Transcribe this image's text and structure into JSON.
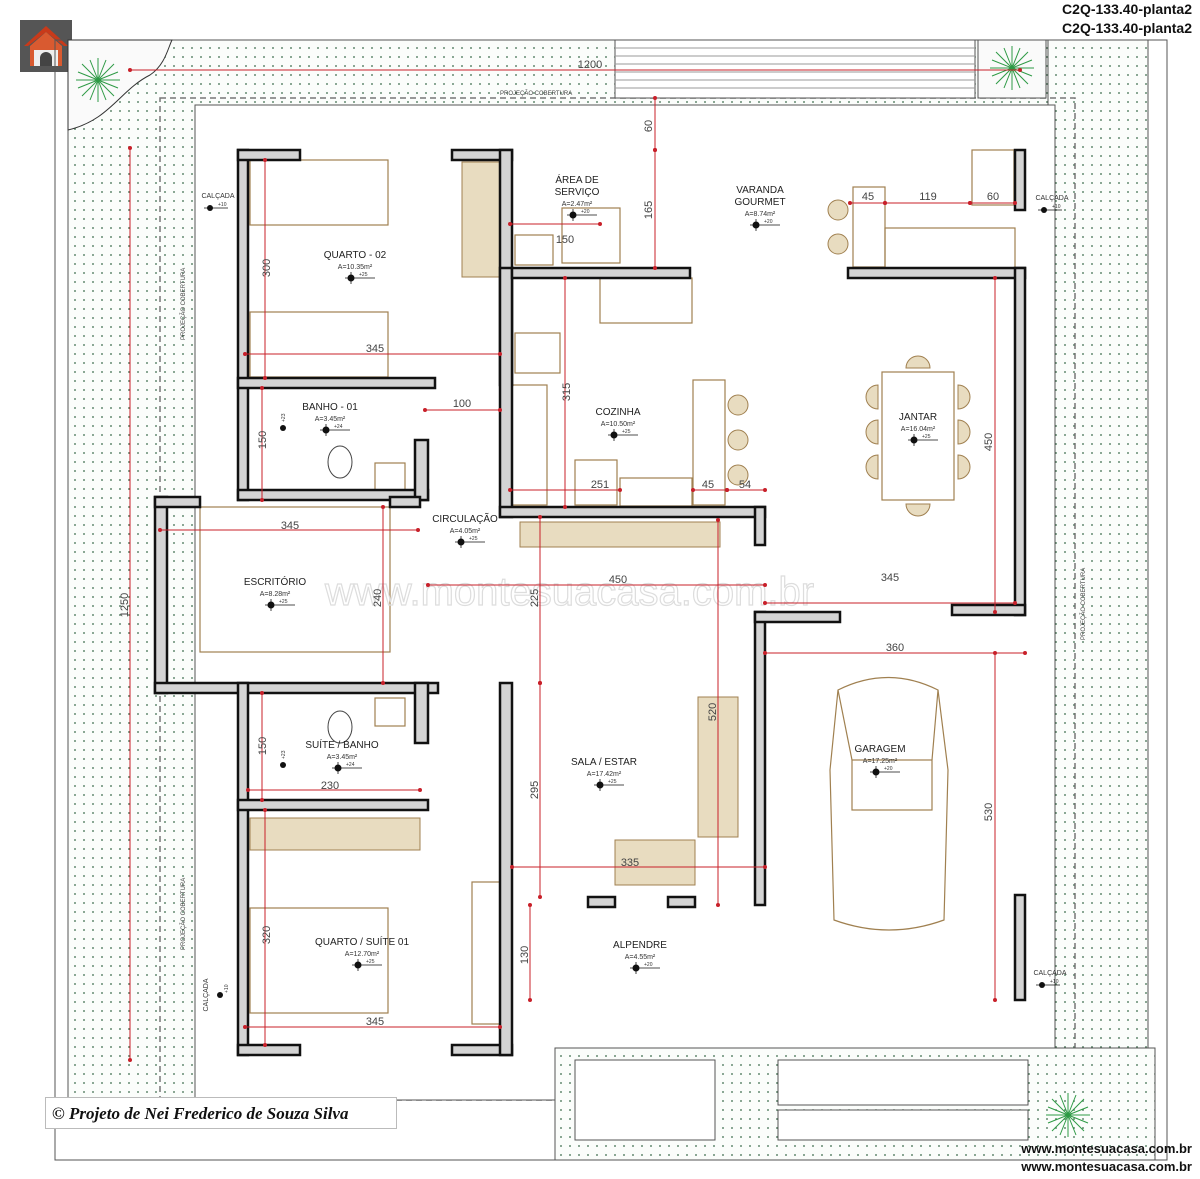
{
  "header": {
    "title_lines": [
      "C2Q-133.40-planta2",
      "C2Q-133.40-planta2"
    ]
  },
  "footer": {
    "credit": "© Projeto de Nei Frederico de Souza Silva",
    "urls": [
      "www.montesuacasa.com.br",
      "www.montesuacasa.com.br"
    ]
  },
  "watermark": "www.montesuacasa.com.br",
  "rooms": [
    {
      "name": [
        "QUARTO - 02"
      ],
      "area": "A=10.35m²",
      "level": "+25"
    },
    {
      "name": [
        "ÁREA DE",
        "SERVIÇO"
      ],
      "area": "A=2.47m²",
      "level": "+20"
    },
    {
      "name": [
        "VARANDA",
        "GOURMET"
      ],
      "area": "A=8.74m²",
      "level": "+20"
    },
    {
      "name": [
        "BANHO - 01"
      ],
      "area": "A=3.45m²",
      "level": "+24"
    },
    {
      "name": [
        "COZINHA"
      ],
      "area": "A=10.50m²",
      "level": "+25"
    },
    {
      "name": [
        "JANTAR"
      ],
      "area": "A=16.04m²",
      "level": "+25"
    },
    {
      "name": [
        "CIRCULAÇÃO"
      ],
      "area": "A=4.05m²",
      "level": "+25"
    },
    {
      "name": [
        "ESCRITÓRIO"
      ],
      "area": "A=8.28m²",
      "level": "+25"
    },
    {
      "name": [
        "SUÍTE / BANHO"
      ],
      "area": "A=3.45m²",
      "level": "+24"
    },
    {
      "name": [
        "SALA / ESTAR"
      ],
      "area": "A=17.42m²",
      "level": "+25"
    },
    {
      "name": [
        "GARAGEM"
      ],
      "area": "A=17.25m²",
      "level": "+20"
    },
    {
      "name": [
        "QUARTO / SUÍTE 01"
      ],
      "area": "A=12.70m²",
      "level": "+25"
    },
    {
      "name": [
        "ALPENDRE"
      ],
      "area": "A=4.55m²",
      "level": "+20"
    }
  ],
  "calcada": [
    {
      "name": "CALÇADA",
      "level": "+10"
    },
    {
      "name": "CALÇADA",
      "level": "+10"
    },
    {
      "name": "CALÇADA",
      "level": "+10"
    },
    {
      "name": "CALÇADA",
      "level": "+10"
    }
  ],
  "shower_levels": [
    "+23",
    "+23"
  ],
  "projecao": [
    "PROJEÇÃO COBERTURA",
    "PROJEÇÃO COBERTURA",
    "PROJEÇÃO COBERTURA",
    "PROJEÇÃO COBERTURA"
  ],
  "dimensions": [
    "1200",
    "60",
    "165",
    "45",
    "119",
    "60",
    "150",
    "300",
    "345",
    "100",
    "315",
    "150",
    "251",
    "45",
    "54",
    "450",
    "345",
    "240",
    "225",
    "450",
    "345",
    "360",
    "1250",
    "150",
    "230",
    "520",
    "295",
    "530",
    "335",
    "320",
    "345",
    "130"
  ],
  "colors": {
    "dimension": "#c8202a",
    "wall": "#d4d4d4",
    "furniture": "#a08050",
    "plant": "#2e9a45"
  }
}
